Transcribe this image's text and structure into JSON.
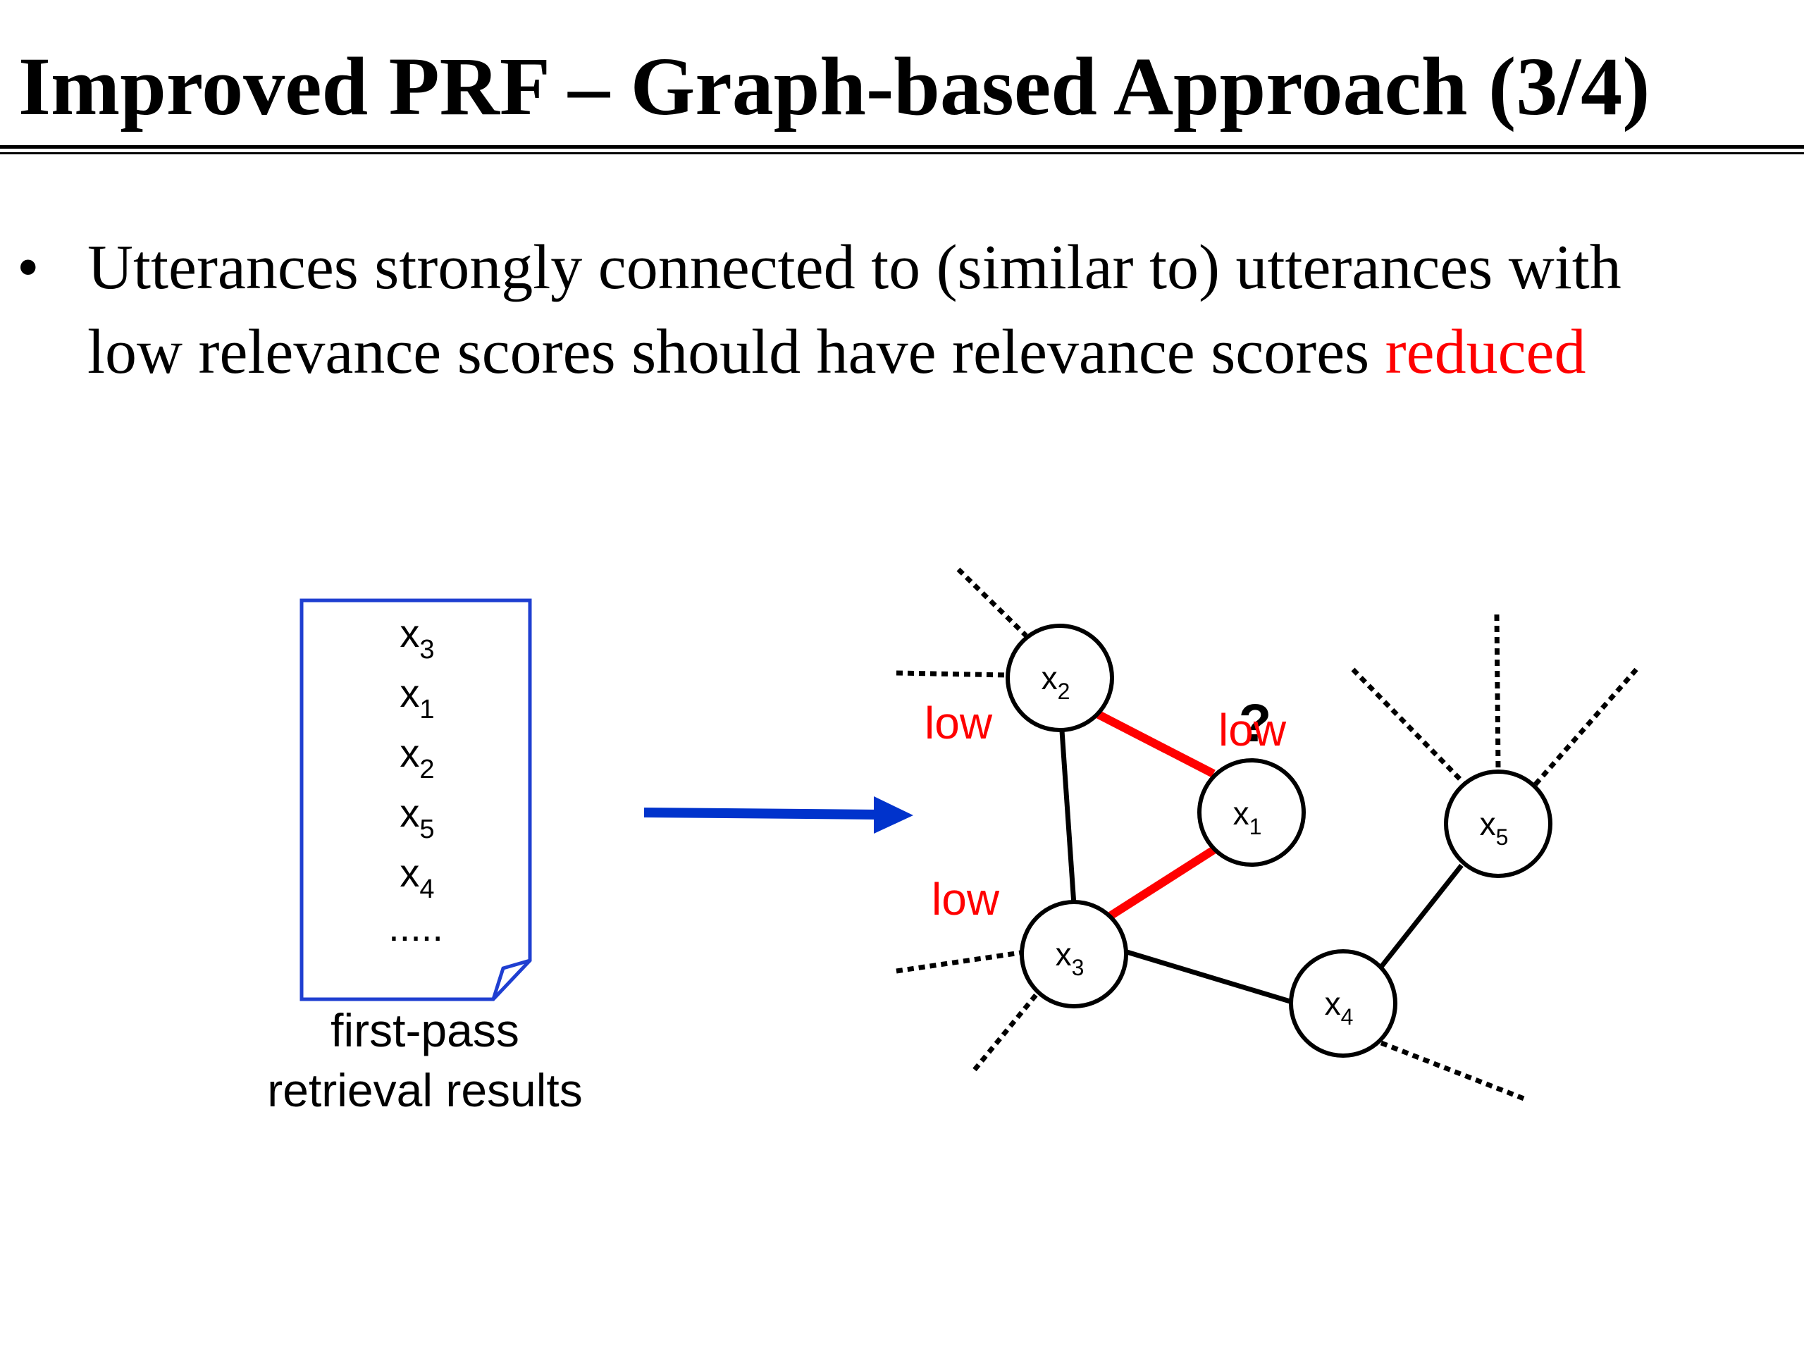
{
  "slide": {
    "title": "Improved PRF – Graph-based Approach (3/4)",
    "bullet": {
      "marker": "•",
      "line1": "Utterances strongly connected to (similar to) utterances with",
      "line2_plain": "low relevance scores should have relevance scores ",
      "line2_highlight": "reduced"
    }
  },
  "document": {
    "items": [
      {
        "base": "x",
        "sub": "3"
      },
      {
        "base": "x",
        "sub": "1"
      },
      {
        "base": "x",
        "sub": "2"
      },
      {
        "base": "x",
        "sub": "5"
      },
      {
        "base": "x",
        "sub": "4"
      }
    ],
    "ellipsis": ".....",
    "caption_line1": "first-pass",
    "caption_line2": "retrieval results"
  },
  "graph": {
    "nodes": {
      "x1": {
        "base": "x",
        "sub": "1"
      },
      "x2": {
        "base": "x",
        "sub": "2"
      },
      "x3": {
        "base": "x",
        "sub": "3"
      },
      "x4": {
        "base": "x",
        "sub": "4"
      },
      "x5": {
        "base": "x",
        "sub": "5"
      }
    },
    "labels": {
      "low_x2": "low",
      "low_x3": "low",
      "low_x1": "low",
      "query_mark": "?"
    }
  },
  "colors": {
    "accent_red": "#ff0000",
    "arrow_blue": "#0033cc",
    "doc_border": "#1f3fd1"
  }
}
